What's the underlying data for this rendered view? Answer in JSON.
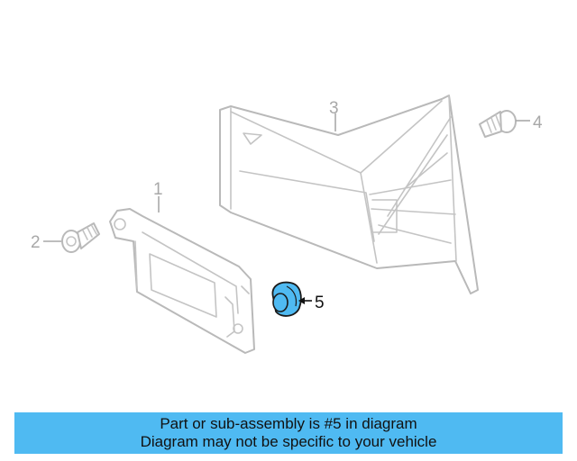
{
  "callouts": [
    {
      "id": "1",
      "label": "1"
    },
    {
      "id": "2",
      "label": "2"
    },
    {
      "id": "3",
      "label": "3"
    },
    {
      "id": "4",
      "label": "4"
    },
    {
      "id": "5",
      "label": "5"
    }
  ],
  "highlight_color": "#4fbaf2",
  "banner": {
    "line1": "Part or sub-assembly is #5 in diagram",
    "line2": "Diagram may not be specific to your vehicle"
  }
}
